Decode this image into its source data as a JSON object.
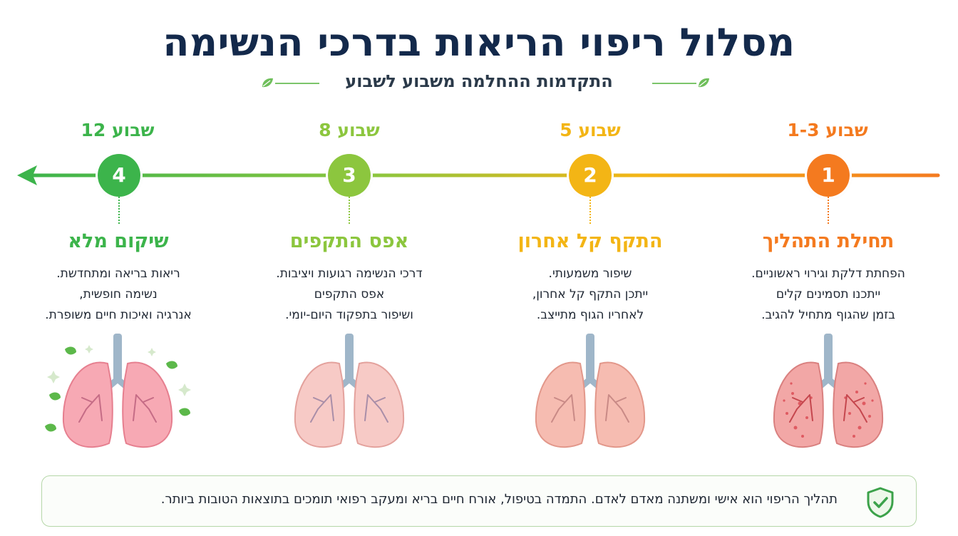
{
  "title": "מסלול ריפוי הריאות בדרכי הנשימה",
  "subtitle": "התקדמות ההחלמה משבוע לשבוע",
  "stages": [
    {
      "week": "שבוע 1-3",
      "number": "1",
      "title": "תחילת התהליך",
      "lines": [
        "הפחתת דלקת וגירוי ראשוניים.",
        "ייתכנו תסמינים קלים",
        "בזמן שהגוף מתחיל להגיב."
      ],
      "color": "#f47a1f"
    },
    {
      "week": "שבוע 5",
      "number": "2",
      "title": "התקף קל אחרון",
      "lines": [
        "שיפור משמעותי.",
        "ייתכן התקף קל אחרון,",
        "לאחריו הגוף מתייצב."
      ],
      "color": "#f3b515"
    },
    {
      "week": "שבוע 8",
      "number": "3",
      "title": "אפס התקפים",
      "lines": [
        "דרכי הנשימה רגועות ויציבות.",
        "אפס התקפים",
        "ושיפור בתפקוד היום-יומי."
      ],
      "color": "#8cc63e"
    },
    {
      "week": "שבוע 12",
      "number": "4",
      "title": "שיקום מלא",
      "lines": [
        "ריאות בריאה ומתחדשת.",
        "נשימה חופשית,",
        "אנרגיה ואיכות חיים משופרת."
      ],
      "color": "#3cb44b"
    }
  ],
  "footer": {
    "text": "תהליך הריפוי הוא אישי ומשתנה מאדם לאדם. התמדה בטיפול, אורח חיים בריא ומעקב רפואי תומכים בתוצאות הטובות ביותר.",
    "icon": "shield-check-icon"
  }
}
